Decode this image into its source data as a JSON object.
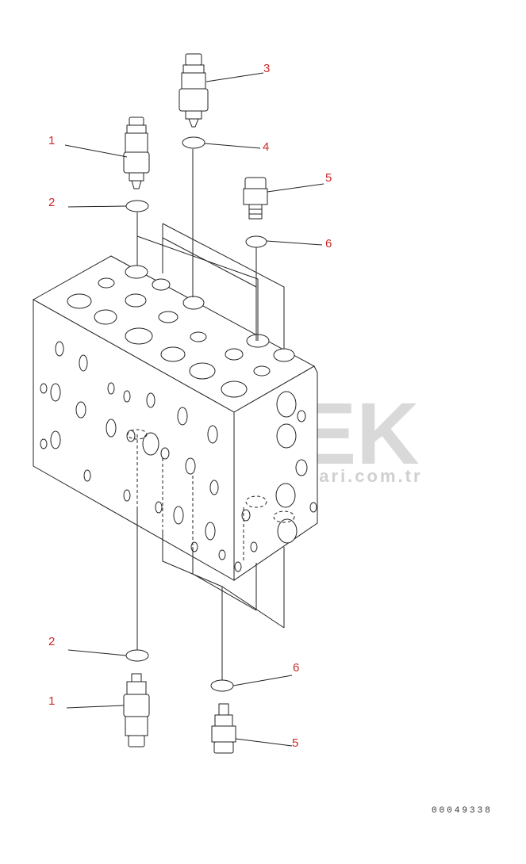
{
  "watermark": {
    "brand": "ORNEK",
    "url": "www.ornekismakinalari.com.tr"
  },
  "callouts": {
    "c1_top": "1",
    "c2_top": "2",
    "c3": "3",
    "c4": "4",
    "c5_top": "5",
    "c6_top": "6",
    "c2_bottom": "2",
    "c1_bottom": "1",
    "c6_bottom": "6",
    "c5_bottom": "5"
  },
  "document_number": "00049338"
}
